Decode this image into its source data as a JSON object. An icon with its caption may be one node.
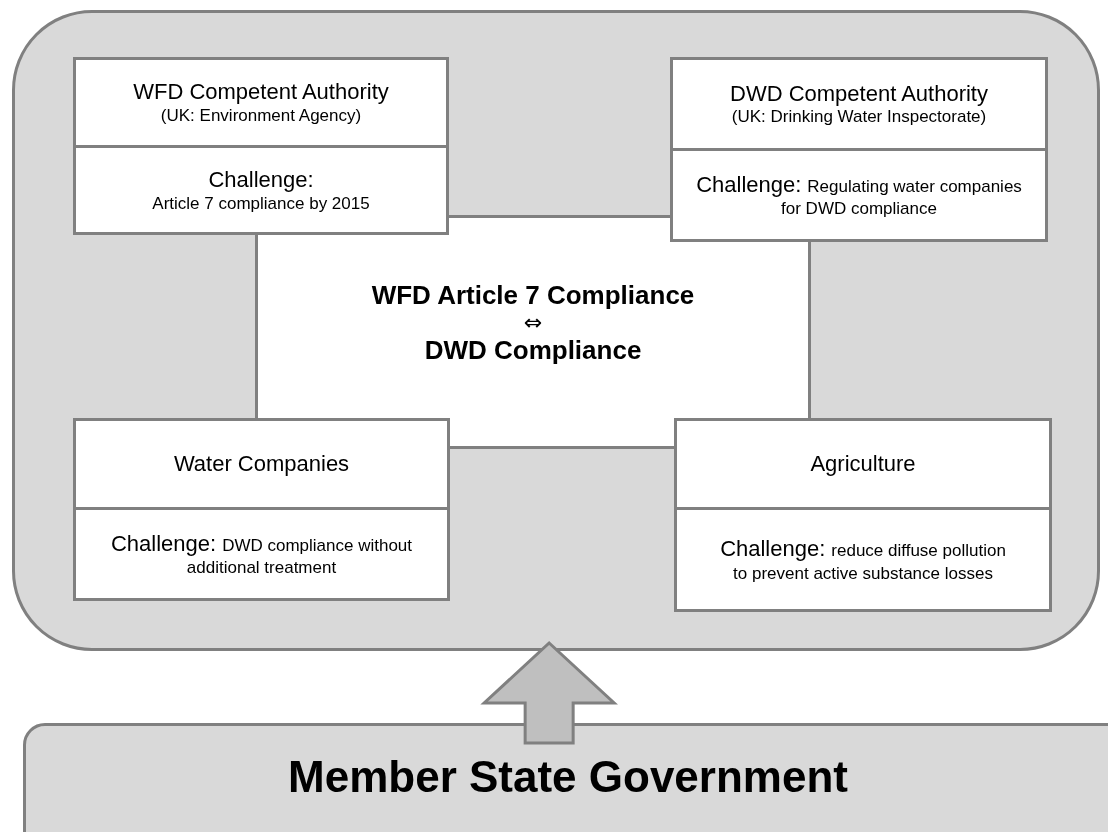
{
  "diagram": {
    "nodes": [
      {
        "text": [],
        "shape": "box"
      },
      {
        "text": [
          "WFD Competent Authority",
          "(UK: Environment Agency)",
          "Challenge:",
          "Article 7 compliance by 2015"
        ],
        "in": 0
      },
      {
        "text": [
          "DWD Competent Authority",
          "(UK: Drinking Water Inspectorate)",
          "Challenge:",
          "Regulating water companies for DWD compliance"
        ],
        "in": 0
      },
      {
        "text": [
          "WFD Article 7 Compliance",
          "⇔",
          "DWD Compliance"
        ],
        "in": 0
      },
      {
        "text": [
          "Water Companies",
          "Challenge:",
          "DWD compliance without additional treatment"
        ],
        "in": 0
      },
      {
        "text": [
          "Agriculture",
          "Challenge:",
          "reduce diffuse pollution to prevent active substance losses"
        ],
        "in": 0
      },
      {
        "text": [
          "Member State Government"
        ]
      }
    ],
    "edges": [
      {
        "from": 6,
        "to": 0,
        "arrow": "to",
        "style": "thick"
      }
    ]
  }
}
